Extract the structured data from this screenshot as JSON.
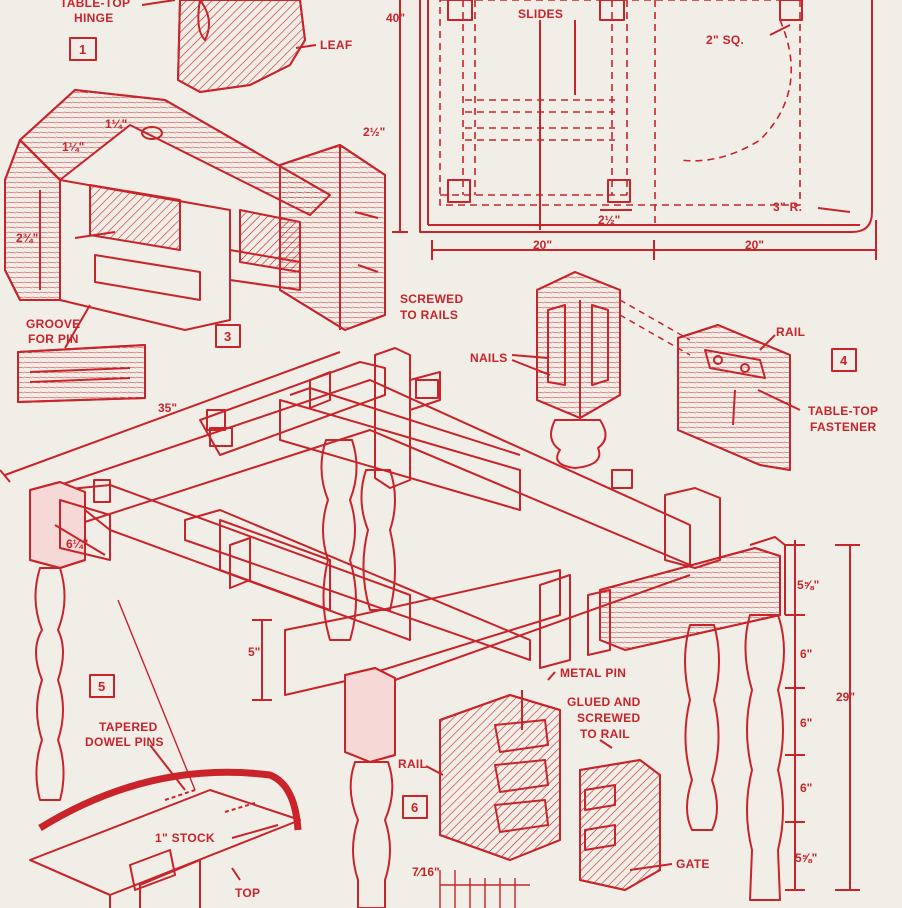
{
  "colors": {
    "ink": "#c8242a",
    "paper": "#f1eee8",
    "fill": "#f6d9d6"
  },
  "labels": {
    "table_top_hinge_1": "TABLE-TOP",
    "table_top_hinge_2": "HINGE",
    "leaf": "LEAF",
    "slides": "SLIDES",
    "two_sq": "2\" SQ.",
    "three_r": "3\" R.",
    "groove_1": "GROOVE",
    "groove_2": "FOR PIN",
    "screwed_1": "SCREWED",
    "screwed_2": "TO RAILS",
    "nails": "NAILS",
    "rail_top": "RAIL",
    "fastener_1": "TABLE-TOP",
    "fastener_2": "FASTENER",
    "tapered_1": "TAPERED",
    "tapered_2": "DOWEL PINS",
    "metal_pin": "METAL PIN",
    "glued_1": "GLUED AND",
    "glued_2": "SCREWED",
    "glued_3": "TO RAIL",
    "rail_bottom": "RAIL",
    "stock": "1\" STOCK",
    "top": "TOP",
    "gate": "GATE"
  },
  "figures": [
    "1",
    "3",
    "4",
    "5",
    "6"
  ],
  "dimensions": {
    "d40": "40\"",
    "d2half_left": "2½\"",
    "d2half_bottom": "2½\"",
    "d20a": "20\"",
    "d20b": "20\"",
    "d1q_a": "1¼\"",
    "d1q_b": "1¼\"",
    "d2_3q": "2¾\"",
    "d35": "35\"",
    "d6q": "6¼\"",
    "d5": "5\"",
    "d5_5_8_top": "5⅝\"",
    "d6a": "6\"",
    "d6b": "6\"",
    "d6c": "6\"",
    "d5_5_8_bottom": "5⅝\"",
    "d29": "29\"",
    "d7_16": "7⁄16\""
  }
}
